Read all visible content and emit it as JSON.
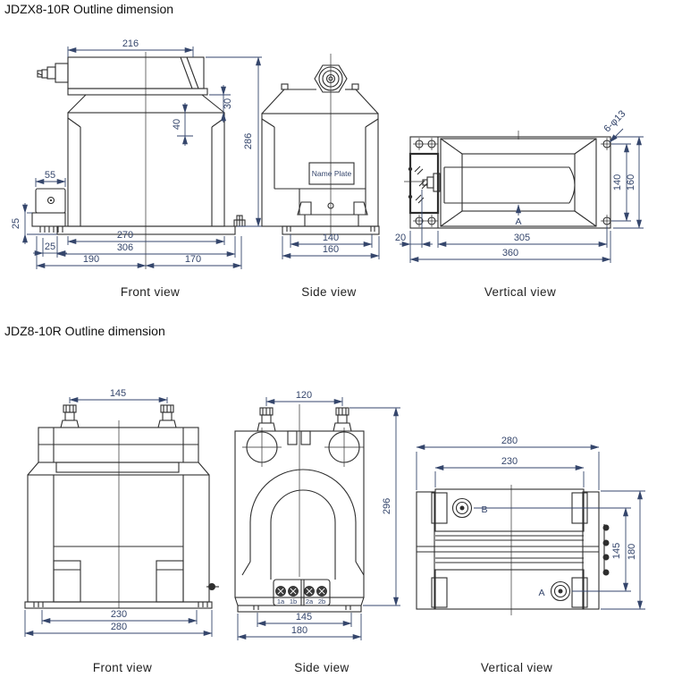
{
  "page": {
    "background": "#ffffff",
    "line_color": "#2e2e2e",
    "dim_color": "#35466c"
  },
  "jdzx8": {
    "title": "JDZX8-10R Outline dimension",
    "front": {
      "label": "Front view",
      "d216": "216",
      "d286": "286",
      "d40": "40",
      "d30": "30",
      "d55": "55",
      "d25_left": "25",
      "d25_bottom": "25",
      "d270": "270",
      "d306": "306",
      "d190": "190",
      "d170": "170"
    },
    "side": {
      "label": "Side view",
      "name_plate": "Name Plate",
      "d140": "140",
      "d160": "160"
    },
    "vertical": {
      "label": "Vertical view",
      "hole_note": "6-φ13",
      "marker_a": "A",
      "d140": "140",
      "d160": "160",
      "d20": "20",
      "d305": "305",
      "d360": "360"
    }
  },
  "jdz8": {
    "title": "JDZ8-10R Outline dimension",
    "front": {
      "label": "Front view",
      "d145": "145",
      "d230": "230",
      "d280": "280"
    },
    "side": {
      "label": "Side view",
      "d120": "120",
      "d296": "296",
      "d145": "145",
      "d180": "180",
      "terminals": [
        "1a",
        "1b",
        "2a",
        "2b"
      ]
    },
    "vertical": {
      "label": "Vertical view",
      "marker_a": "A",
      "marker_b": "B",
      "d280": "280",
      "d230": "230",
      "d145": "145",
      "d180": "180"
    }
  }
}
